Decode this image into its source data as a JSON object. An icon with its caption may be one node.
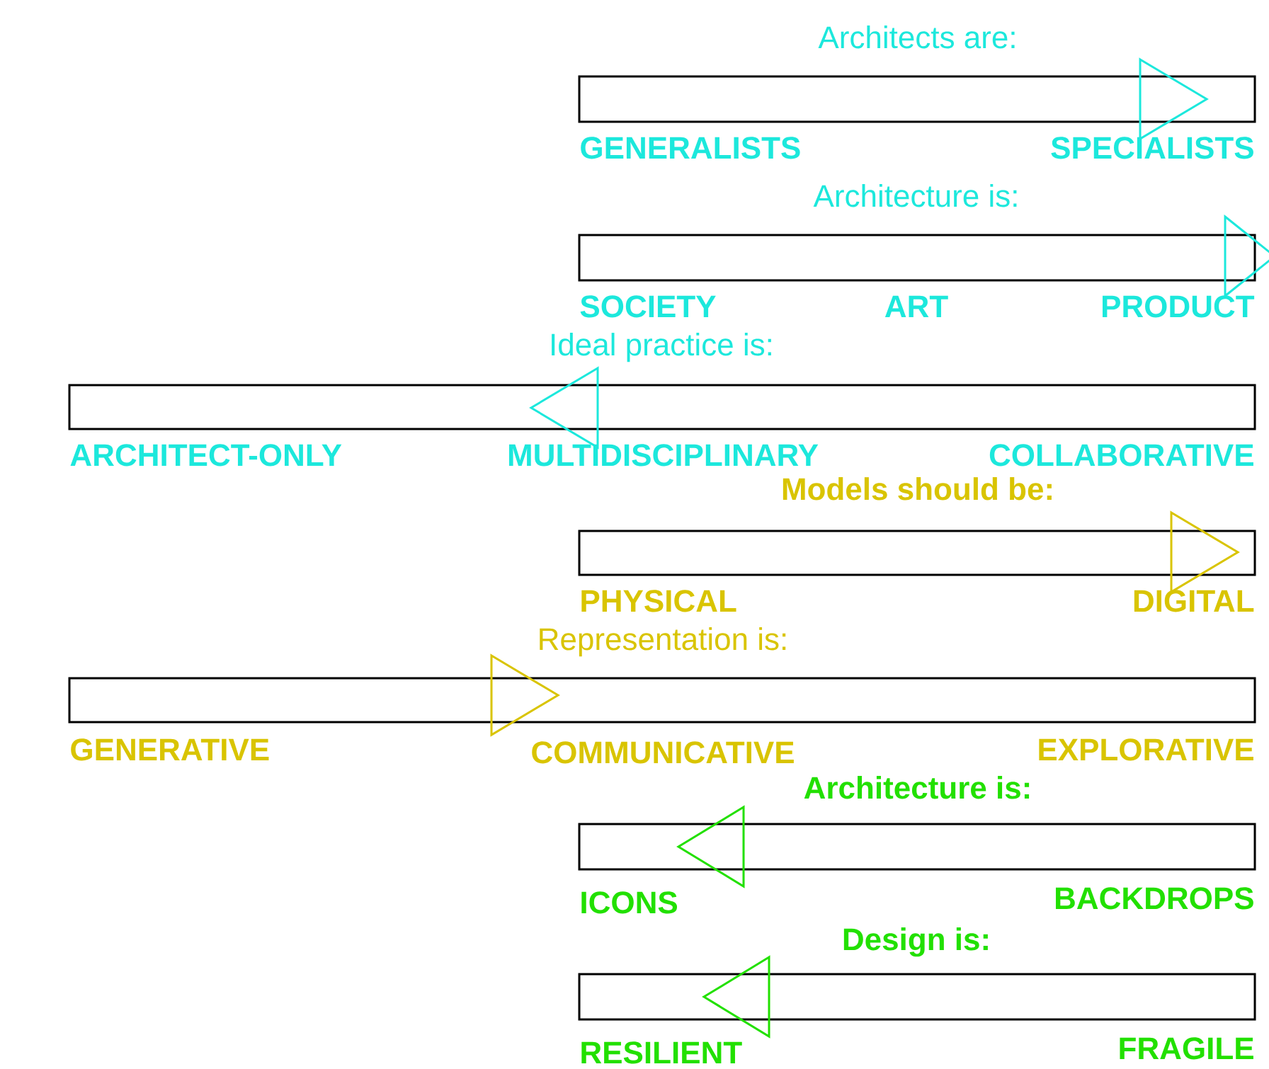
{
  "diagram": {
    "nodes": [
      {
        "text": [
          "Architects are:",
          "GENERALISTS",
          "SPECIALISTS"
        ]
      },
      {
        "text": [
          "Architecture is:",
          "SOCIETY",
          "ART",
          "PRODUCT"
        ]
      },
      {
        "text": [
          "Ideal practice is:",
          "ARCHITECT-ONLY",
          "MULTIDISCIPLINARY",
          "COLLABORATIVE"
        ]
      },
      {
        "text": [
          "Models should be:",
          "PHYSICAL",
          "DIGITAL"
        ]
      },
      {
        "text": [
          "Representation is:",
          "GENERATIVE",
          "COMMUNICATIVE",
          "EXPLORATIVE"
        ]
      },
      {
        "text": [
          "Architecture is:",
          "ICONS",
          "BACKDROPS"
        ]
      },
      {
        "text": [
          "Design is:",
          "RESILIENT",
          "FRAGILE"
        ]
      }
    ]
  }
}
